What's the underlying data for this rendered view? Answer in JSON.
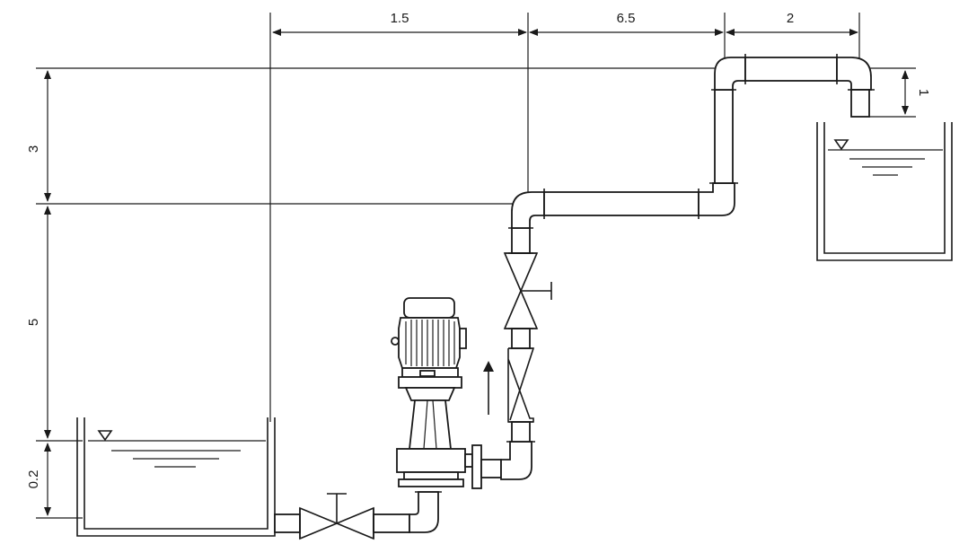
{
  "dimensions": {
    "horizontal": [
      {
        "id": "h1",
        "value": "1.5"
      },
      {
        "id": "h2",
        "value": "6.5"
      },
      {
        "id": "h3",
        "value": "2"
      }
    ],
    "vertical": [
      {
        "id": "v1",
        "value": "3"
      },
      {
        "id": "v2",
        "value": "5"
      },
      {
        "id": "v3",
        "value": "0.2"
      },
      {
        "id": "v4",
        "value": "1"
      }
    ]
  },
  "components": {
    "lower_tank": "water-level-triangle-icon",
    "upper_tank": "water-level-triangle-icon",
    "pump": "vertical-centrifugal-pump",
    "suction_valve": "gate-valve-icon",
    "discharge_valve": "gate-valve-icon",
    "check_valve": "check-valve-icon",
    "flow_arrow": "arrow-up-icon"
  },
  "colors": {
    "line": "#1a1a1a",
    "background": "#ffffff"
  }
}
